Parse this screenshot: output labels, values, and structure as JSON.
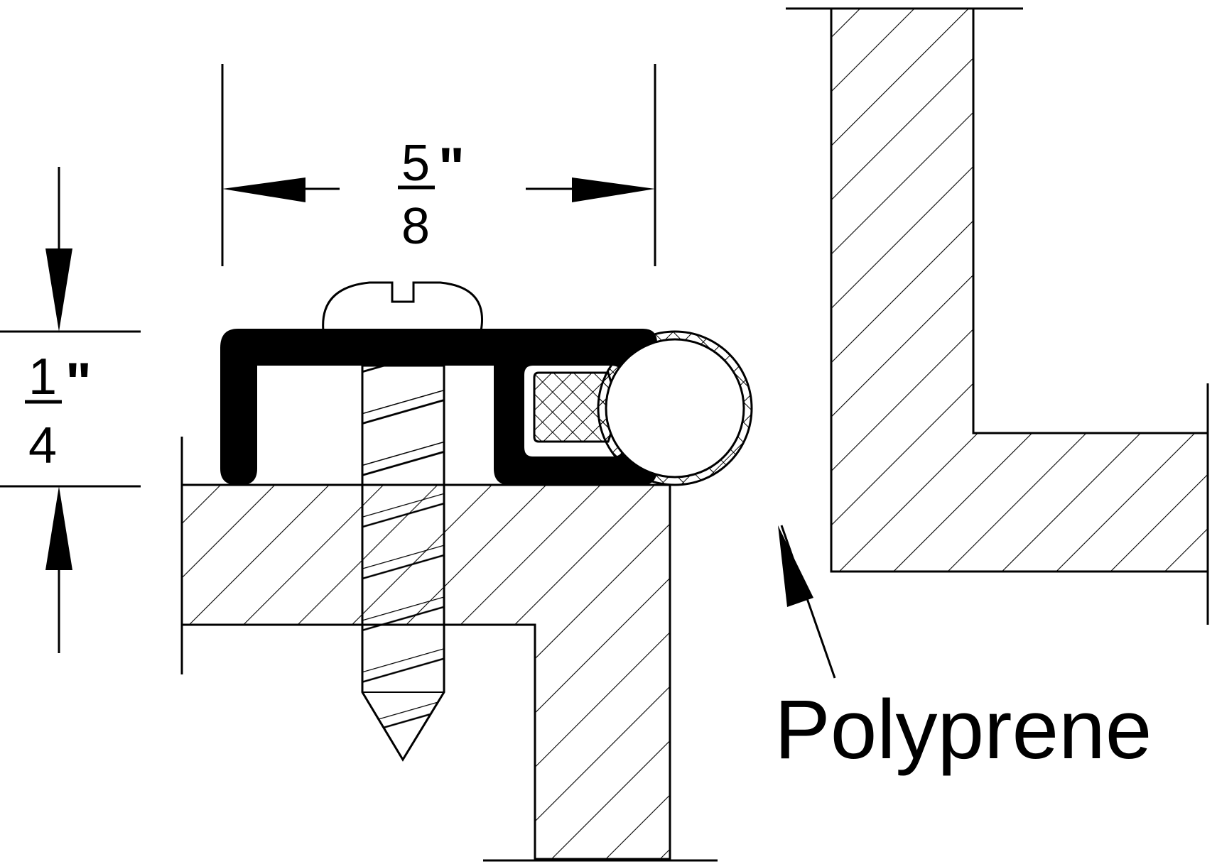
{
  "dimensions": {
    "width": {
      "numerator": "5",
      "denominator": "8",
      "unit": "\""
    },
    "height": {
      "numerator": "1",
      "denominator": "4",
      "unit": "\""
    }
  },
  "callout": {
    "label": "Polyprene"
  },
  "colors": {
    "ink": "#000000",
    "paper": "#ffffff"
  }
}
